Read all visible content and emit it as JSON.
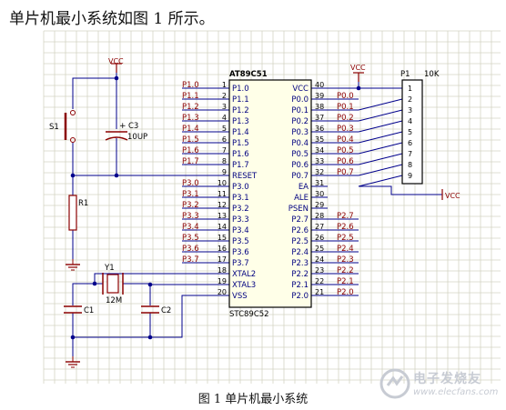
{
  "heading": "单片机最小系统如图 1 所示。",
  "caption": "图 1  单片机最小系统",
  "watermark": {
    "name": "电子发烧友",
    "site": "www.elecfans.com"
  },
  "chip": {
    "name": "AT89C51",
    "subname": "STC89C52",
    "left_pins": [
      {
        "num": "1",
        "name": "P1.0",
        "net": "P1.0"
      },
      {
        "num": "2",
        "name": "P1.1",
        "net": "P1.1"
      },
      {
        "num": "3",
        "name": "P1.2",
        "net": "P1.2"
      },
      {
        "num": "4",
        "name": "P1.3",
        "net": "P1.3"
      },
      {
        "num": "5",
        "name": "P1.4",
        "net": "P1.4"
      },
      {
        "num": "6",
        "name": "P1.5",
        "net": "P1.5"
      },
      {
        "num": "7",
        "name": "P1.6",
        "net": "P1.6"
      },
      {
        "num": "8",
        "name": "P1.7",
        "net": "P1.7"
      },
      {
        "num": "9",
        "name": "RESET",
        "net": ""
      },
      {
        "num": "10",
        "name": "P3.0",
        "net": "P3.0"
      },
      {
        "num": "11",
        "name": "P3.1",
        "net": "P3.1"
      },
      {
        "num": "12",
        "name": "P3.2",
        "net": "P3.2"
      },
      {
        "num": "13",
        "name": "P3.3",
        "net": "P3.3"
      },
      {
        "num": "14",
        "name": "P3.4",
        "net": "P3.4"
      },
      {
        "num": "15",
        "name": "P3.5",
        "net": "P3.5"
      },
      {
        "num": "16",
        "name": "P3.6",
        "net": "P3.6"
      },
      {
        "num": "17",
        "name": "P3.7",
        "net": "P3.7"
      },
      {
        "num": "18",
        "name": "XTAL2",
        "net": ""
      },
      {
        "num": "19",
        "name": "XTAL3",
        "net": ""
      },
      {
        "num": "20",
        "name": "VSS",
        "net": ""
      }
    ],
    "right_pins": [
      {
        "num": "40",
        "name": "VCC",
        "net": ""
      },
      {
        "num": "39",
        "name": "P0.0",
        "net": "P0.0"
      },
      {
        "num": "38",
        "name": "P0.1",
        "net": "P0.1"
      },
      {
        "num": "37",
        "name": "P0.2",
        "net": "P0.2"
      },
      {
        "num": "36",
        "name": "P0.3",
        "net": "P0.3"
      },
      {
        "num": "35",
        "name": "P0.4",
        "net": "P0.4"
      },
      {
        "num": "34",
        "name": "P0.5",
        "net": "P0.5"
      },
      {
        "num": "33",
        "name": "P0.6",
        "net": "P0.6"
      },
      {
        "num": "32",
        "name": "P0.7",
        "net": "P0.7"
      },
      {
        "num": "31",
        "name": "EA",
        "net": ""
      },
      {
        "num": "30",
        "name": "ALE",
        "net": ""
      },
      {
        "num": "29",
        "name": "PSEN",
        "net": ""
      },
      {
        "num": "28",
        "name": "P2.7",
        "net": "P2.7"
      },
      {
        "num": "27",
        "name": "P2.6",
        "net": "P2.6"
      },
      {
        "num": "26",
        "name": "P2.5",
        "net": "P2.5"
      },
      {
        "num": "25",
        "name": "P2.4",
        "net": "P2.4"
      },
      {
        "num": "24",
        "name": "P2.3",
        "net": "P2.3"
      },
      {
        "num": "23",
        "name": "P2.2",
        "net": "P2.2"
      },
      {
        "num": "22",
        "name": "P2.1",
        "net": "P2.1"
      },
      {
        "num": "21",
        "name": "P2.0",
        "net": "P2.0"
      }
    ]
  },
  "connector": {
    "ref": "P1",
    "value": "10K",
    "pins": [
      "1",
      "2",
      "3",
      "4",
      "5",
      "6",
      "7",
      "8",
      "9"
    ]
  },
  "vcc_label": "VCC",
  "components": {
    "switch": "S1",
    "cap_c3": {
      "ref": "C3",
      "value": "10UP",
      "polarity": "+"
    },
    "resistor": "R1",
    "crystal": {
      "ref": "Y1",
      "value": "12M"
    },
    "cap_c1": "C1",
    "cap_c2": "C2"
  },
  "colors": {
    "wire": "#00008b",
    "component": "#8b0000",
    "pin_name": "#000080",
    "net_label": "#8b0000",
    "grid": "#d4d4c4",
    "chip_fill": "#ffffe8",
    "watermark": "#c7cbd3"
  }
}
